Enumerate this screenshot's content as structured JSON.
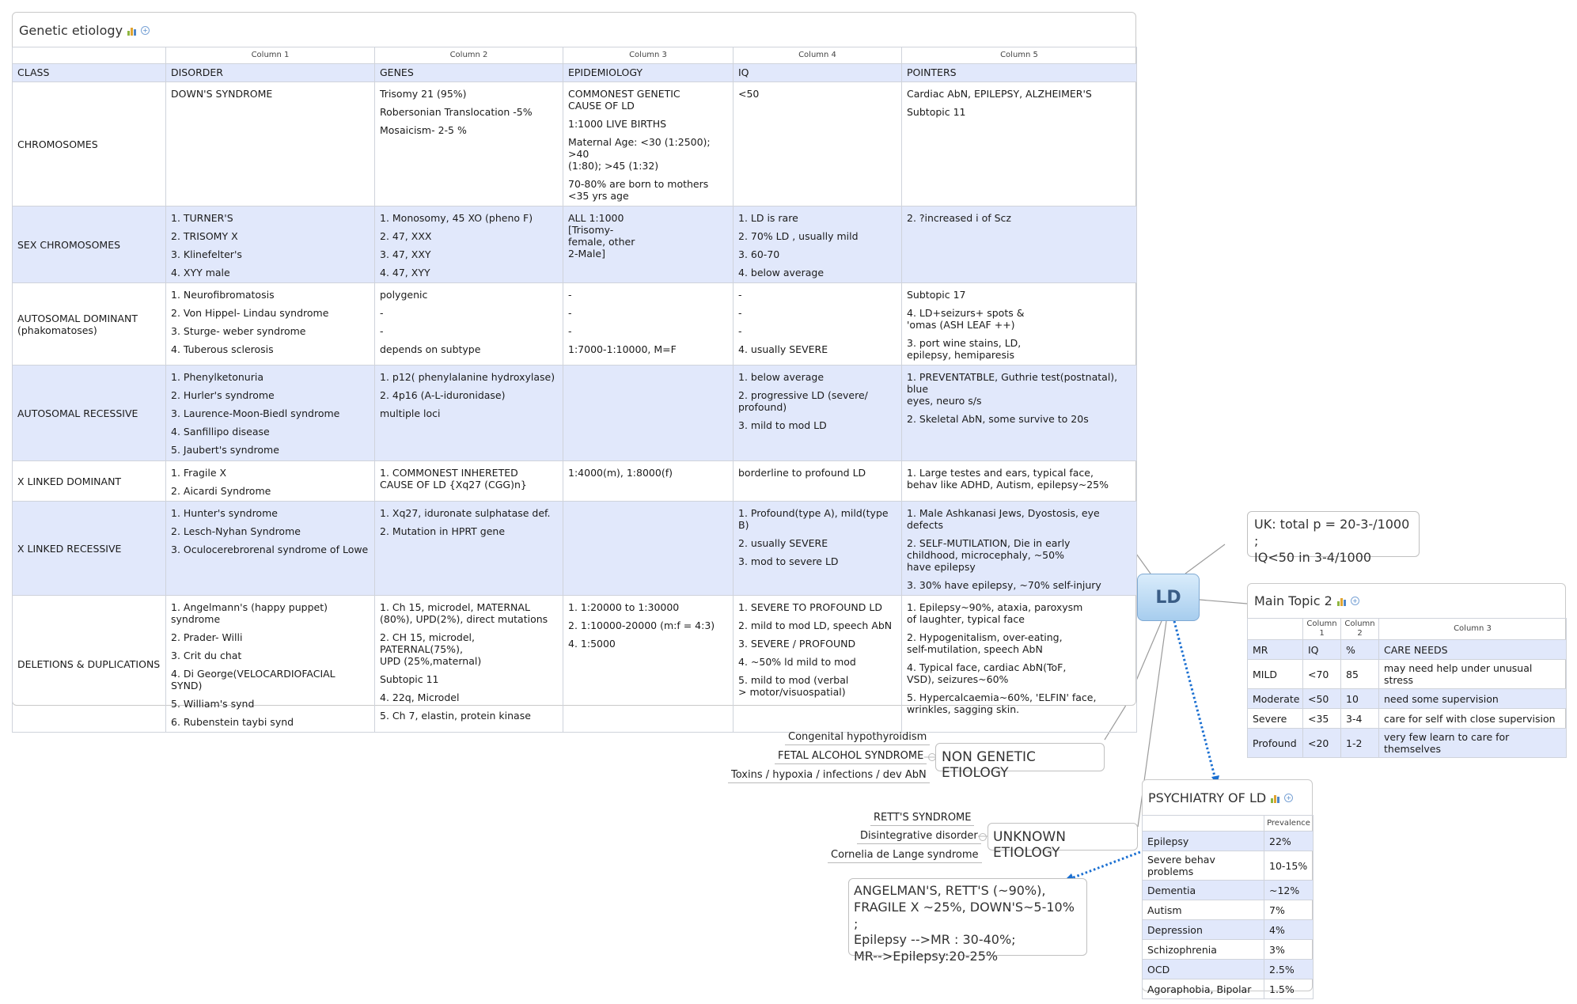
{
  "center": {
    "label": "LD"
  },
  "genetic": {
    "title": "Genetic etiology",
    "column_headers": [
      "",
      "Column 1",
      "Column 2",
      "Column 3",
      "Column 4",
      "Column 5"
    ],
    "header_row": [
      "CLASS",
      "DISORDER",
      "GENES",
      "EPIDEMIOLOGY",
      "IQ",
      "POINTERS"
    ],
    "rows": [
      {
        "cls": "CHROMOSOMES",
        "disorder": [
          "DOWN'S SYNDROME"
        ],
        "genes": [
          "Trisomy 21 (95%)",
          "Robersonian Translocation -5%",
          "Mosaicism- 2-5 %"
        ],
        "epidemiology": [
          "COMMONEST GENETIC\nCAUSE OF LD",
          "1:1000 LIVE BIRTHS",
          "Maternal Age: <30 (1:2500); >40\n(1:80); >45 (1:32)",
          "70-80% are born to mothers\n<35 yrs age"
        ],
        "iq": [
          "<50"
        ],
        "pointers": [
          "Cardiac AbN, EPILEPSY, ALZHEIMER'S",
          "Subtopic 11"
        ]
      },
      {
        "cls": "SEX CHROMOSOMES",
        "disorder": [
          "1. TURNER'S",
          "2. TRISOMY X",
          "3. Klinefelter's",
          "4. XYY male"
        ],
        "genes": [
          "1. Monosomy, 45 XO (pheno F)",
          "2. 47, XXX",
          "3. 47, XXY",
          "4. 47, XYY"
        ],
        "epidemiology": [
          "ALL 1:1000\n[Trisomy-\nfemale, other\n2-Male]"
        ],
        "iq": [
          "1. LD is rare",
          "2. 70% LD , usually mild",
          "3. 60-70",
          "4. below average"
        ],
        "pointers": [
          "2. ?increased i of Scz"
        ]
      },
      {
        "cls": "AUTOSOMAL DOMINANT\n(phakomatoses)",
        "disorder": [
          "1. Neurofibromatosis",
          "2. Von Hippel- Lindau syndrome",
          "3. Sturge- weber syndrome",
          "4. Tuberous sclerosis"
        ],
        "genes": [
          "polygenic",
          "-",
          "-",
          "depends on subtype"
        ],
        "epidemiology": [
          "-",
          "-",
          "-",
          "1:7000-1:10000, M=F"
        ],
        "iq": [
          "-",
          "-",
          "-",
          "4. usually SEVERE"
        ],
        "pointers": [
          "Subtopic 17",
          "4. LD+seizurs+ spots &\n'omas (ASH LEAF ++)",
          "3. port wine stains, LD,\nepilepsy, hemiparesis"
        ]
      },
      {
        "cls": "AUTOSOMAL RECESSIVE",
        "disorder": [
          "1. Phenylketonuria",
          "2. Hurler's syndrome",
          "3. Laurence-Moon-Biedl syndrome",
          "4. Sanfillipo disease",
          "5. Jaubert's syndrome"
        ],
        "genes": [
          "1. p12( phenylalanine hydroxylase)",
          "2. 4p16 (A-L-iduronidase)",
          "multiple loci"
        ],
        "epidemiology": [],
        "iq": [
          "1. below average",
          "2. progressive LD (severe/\nprofound)",
          "3. mild to mod LD"
        ],
        "pointers": [
          "1. PREVENTATBLE, Guthrie test(postnatal), blue\neyes, neuro s/s",
          "2. Skeletal AbN, some survive to 20s"
        ]
      },
      {
        "cls": "X LINKED DOMINANT",
        "disorder": [
          "1. Fragile X",
          "2. Aicardi Syndrome"
        ],
        "genes": [
          "1. COMMONEST INHERETED\nCAUSE OF LD {Xq27 (CGG)n}"
        ],
        "epidemiology": [
          "1:4000(m), 1:8000(f)"
        ],
        "iq": [
          "borderline to profound LD"
        ],
        "pointers": [
          "1. Large testes and ears, typical face,\nbehav like ADHD, Autism, epilepsy~25%"
        ]
      },
      {
        "cls": "X LINKED RECESSIVE",
        "disorder": [
          "1. Hunter's syndrome",
          "2. Lesch-Nyhan Syndrome",
          "3. Oculocerebrorenal syndrome of Lowe"
        ],
        "genes": [
          "1. Xq27, iduronate sulphatase def.",
          "2. Mutation in HPRT gene"
        ],
        "epidemiology": [],
        "iq": [
          "1. Profound(type A), mild(type B)",
          "2. usually SEVERE",
          "3. mod to severe LD"
        ],
        "pointers": [
          "1. Male Ashkanasi Jews, Dyostosis, eye defects",
          "2. SELF-MUTILATION, Die in early\n childhood, microcephaly, ~50%\nhave epilepsy",
          "3. 30% have epilepsy, ~70% self-injury"
        ]
      },
      {
        "cls": "DELETIONS & DUPLICATIONS",
        "disorder": [
          "1. Angelmann's (happy puppet) syndrome",
          "2. Prader- Willi",
          "3. Crit du chat",
          "4. Di George(VELOCARDIOFACIAL SYND)",
          "5. William's synd",
          "6. Rubenstein taybi synd"
        ],
        "genes": [
          "1. Ch 15, microdel, MATERNAL\n(80%), UPD(2%), direct mutations",
          "2. CH 15, microdel, PATERNAL(75%),\nUPD (25%,maternal)",
          "Subtopic 11",
          "4. 22q, Microdel",
          "5. Ch 7, elastin, protein kinase"
        ],
        "epidemiology": [
          "1. 1:20000 to 1:30000",
          "2. 1:10000-20000 (m:f = 4:3)",
          "4. 1:5000"
        ],
        "iq": [
          "1. SEVERE TO PROFOUND LD",
          "2. mild to mod LD, speech AbN",
          "3. SEVERE / PROFOUND",
          "4. ~50% ld mild to mod",
          "5. mild to mod (verbal\n> motor/visuospatial)"
        ],
        "pointers": [
          "1. Epilepsy~90%, ataxia, paroxysm\nof laughter, typical face",
          "2. Hypogenitalism, over-eating,\nself-mutilation, speech AbN",
          "4. Typical face, cardiac AbN(ToF,\nVSD), seizures~60%",
          "5. Hypercalcaemia~60%, 'ELFIN' face,\nwrinkles, sagging skin."
        ]
      }
    ]
  },
  "uk_note": {
    "text": "UK: total p = 20-3-/1000 ;\nIQ<50 in 3-4/1000"
  },
  "main_topic2": {
    "title": "Main Topic 2",
    "column_headers": [
      "",
      "Column 1",
      "Column 2",
      "Column 3"
    ],
    "rows": [
      [
        "MR",
        "IQ",
        "%",
        "CARE NEEDS"
      ],
      [
        "MILD",
        "<70",
        "85",
        "may need help under unusual stress"
      ],
      [
        "Moderate",
        "<50",
        "10",
        "need some supervision"
      ],
      [
        "Severe",
        "<35",
        "3-4",
        "care for self with close supervision"
      ],
      [
        "Profound",
        "<20",
        "1-2",
        "very few learn to care for themselves"
      ]
    ]
  },
  "non_genetic": {
    "title": "NON GENETIC ETIOLOGY",
    "items": [
      "Congenital hypothyroidism",
      "FETAL ALCOHOL SYNDROME",
      "Toxins / hypoxia / infections / dev AbN"
    ]
  },
  "unknown": {
    "title": "UNKNOWN ETIOLOGY",
    "items": [
      "RETT'S SYNDROME",
      "Disintegrative disorder",
      "Cornelia de Lange syndrome"
    ]
  },
  "psychiatry": {
    "title": "PSYCHIATRY OF LD",
    "header": "Prevalence",
    "rows": [
      [
        "Epilepsy",
        "22%"
      ],
      [
        "Severe behav problems",
        "10-15%"
      ],
      [
        "Dementia",
        "~12%"
      ],
      [
        "Autism",
        "7%"
      ],
      [
        "Depression",
        "4%"
      ],
      [
        "Schizophrenia",
        "3%"
      ],
      [
        "OCD",
        "2.5%"
      ],
      [
        "Agoraphobia, Bipolar",
        "1.5%"
      ]
    ]
  },
  "callout": {
    "text": "ANGELMAN'S, RETT'S (~90%),\nFRAGILE X ~25%, DOWN'S~5-10% ;\n        Epilepsy -->MR : 30-40%;\nMR-->Epilepsy:20-25%"
  },
  "colors": {
    "accent": "#1a6fd1",
    "row_blue": "#e1e8fb",
    "border": "#c9c9c9"
  }
}
